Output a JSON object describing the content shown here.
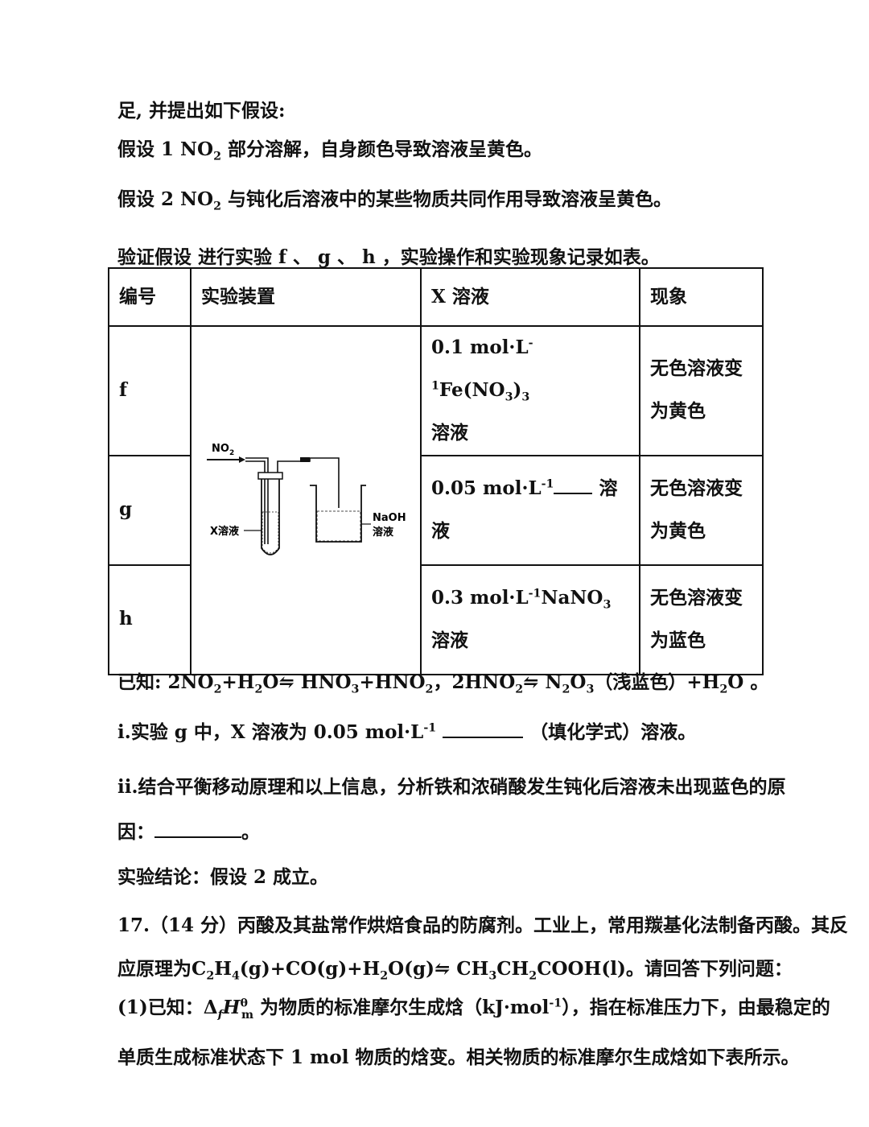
{
  "lines": {
    "l1": "足, 并提出如下假设:",
    "h1_prefix": "假设 1 ",
    "h1_formula": "NO",
    "h1_sub": "2",
    "h1_text": " 部分溶解，自身颜色导致溶液呈黄色。",
    "h2_prefix": "假设 2 ",
    "h2_formula": "NO",
    "h2_sub": "2",
    "h2_text": " 与钝化后溶液中的某些物质共同作用导致溶液呈黄色。",
    "verify": "验证假设 进行实验 f 、 g 、 h ，实验操作和实验现象记录如表。"
  },
  "table": {
    "headers": [
      "编号",
      "实验装置",
      "X 溶液",
      "现象"
    ],
    "rows": [
      {
        "id": "f",
        "x1": "0.1 mol·L",
        "x1_sup": "-1",
        "x1_b": "Fe(NO",
        "x1_sub": "3",
        "x1_c": ")",
        "x1_sub2": "3",
        "x2": "溶液",
        "phen1": "无色溶液变",
        "phen2": "为黄色"
      },
      {
        "id": "g",
        "x1": "0.05 mol·L",
        "x1_sup": "-1",
        "x1_c": " 溶液",
        "phen1": "无色溶液变",
        "phen2": "为黄色"
      },
      {
        "id": "h",
        "x1": "0.3 mol·L",
        "x1_sup": "-1",
        "x1_b": "NaNO",
        "x1_sub": "3",
        "x1_c": " 溶液",
        "phen1": "无色溶液变",
        "phen2": "为蓝色"
      }
    ],
    "apparatus": {
      "gas": "NO",
      "gas_sub": "2",
      "x_label": "X溶液",
      "naoh1": "NaOH",
      "naoh2": "溶液"
    }
  },
  "known": {
    "a": "已知: 2NO",
    "a_sub": "2",
    "b": "+H",
    "b_sub": "2",
    "c": "O⇋ HNO",
    "c_sub": "3",
    "d": "+HNO",
    "d_sub": "2",
    "e": "，2HNO",
    "e_sub": "2",
    "f": "⇋ N",
    "f_sub": "2",
    "g": "O",
    "g_sub": "3",
    "h": "（浅蓝色）+H",
    "h_sub": "2",
    "i": "O 。"
  },
  "q_i": {
    "a": "i.实验 g 中，X 溶液为 0.05 mol·L",
    "a_sup": "-1",
    "b": "（填化学式）溶液。"
  },
  "q_ii": {
    "line1": "ii.结合平衡移动原理和以上信息，分析铁和浓硝酸发生钝化后溶液未出现蓝色的原",
    "line2a": "因：",
    "line2b": "。"
  },
  "conclusion": "实验结论：假设 2 成立。",
  "q17": {
    "line1": "17.（14 分）丙酸及其盐常作烘焙食品的防腐剂。工业上，常用羰基化法制备丙酸。其反",
    "l2a": "应原理为C",
    "l2_sub1": "2",
    "l2b": "H",
    "l2_sub2": "4",
    "l2c": "(g)+CO(g)+H",
    "l2_sub3": "2",
    "l2d": "O(g)⇋ CH",
    "l2_sub4": "3",
    "l2e": "CH",
    "l2_sub5": "2",
    "l2f": "COOH(l)。请回答下列问题：",
    "l3a": "(1)已知：Δ",
    "l3_f": "f",
    "l3_H": "H",
    "l3_sup": "θ",
    "l3_m": "m",
    "l3b": " 为物质的标准摩尔生成焓（kJ·mol",
    "l3_sup2": "-1",
    "l3c": "），指在标准压力下，由最稳定的",
    "line4": "单质生成标准状态下 1 mol 物质的焓变。相关物质的标准摩尔生成焓如下表所示。"
  }
}
